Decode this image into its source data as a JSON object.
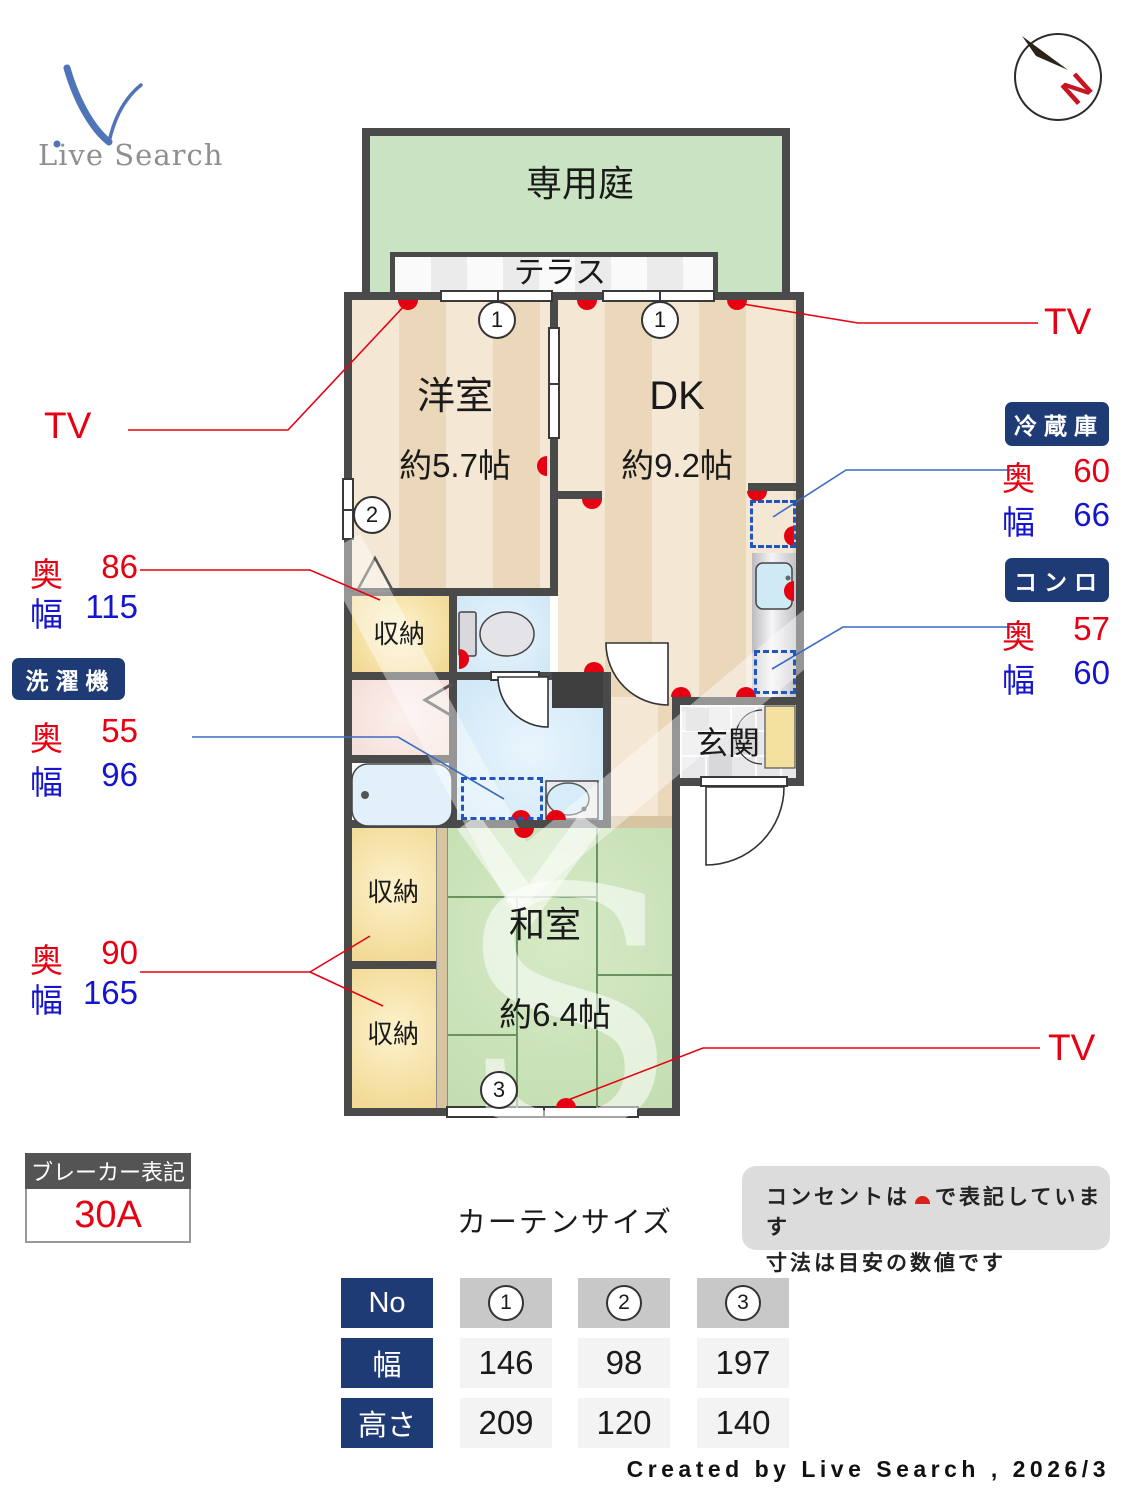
{
  "logo": {
    "text": "Live Search"
  },
  "compass": {
    "letter": "N"
  },
  "plan": {
    "garden": "専用庭",
    "terrace": "テラス",
    "rooms": {
      "western": {
        "name": "洋室",
        "size": "約5.7帖"
      },
      "dk": {
        "name": "DK",
        "size": "約9.2帖"
      },
      "washitsu": {
        "name": "和室",
        "size": "約6.4帖"
      },
      "genkan": "玄関",
      "closet_upper": "収納",
      "closet_lower1": "収納",
      "closet_lower2": "収納"
    },
    "curtain_marks": {
      "one": "1",
      "two": "2",
      "three": "3"
    }
  },
  "annotations": {
    "tv_left": "TV",
    "tv_right": "TV",
    "tv_bottom": "TV",
    "depth_label": "奥",
    "width_label": "幅",
    "closet_dims": {
      "depth": "86",
      "width": "115"
    },
    "washer": {
      "title": "洗濯機",
      "depth": "55",
      "width": "96"
    },
    "fridge": {
      "title": "冷蔵庫",
      "depth": "60",
      "width": "66"
    },
    "stove": {
      "title": "コンロ",
      "depth": "57",
      "width": "60"
    },
    "oshiire_dims": {
      "depth": "90",
      "width": "165"
    },
    "breaker": {
      "title": "ブレーカー表記",
      "value": "30A"
    }
  },
  "notes": {
    "line1_pre": "コンセントは",
    "line1_post": "で表記しています",
    "line2": "寸法は目安の数値です"
  },
  "curtain_table": {
    "title": "カーテンサイズ",
    "row_headers": [
      "No",
      "幅",
      "高さ"
    ],
    "columns": [
      "1",
      "2",
      "3"
    ],
    "width_values": [
      "146",
      "98",
      "197"
    ],
    "height_values": [
      "209",
      "120",
      "140"
    ]
  },
  "footer": "Created by Live Search , 2026/3"
}
